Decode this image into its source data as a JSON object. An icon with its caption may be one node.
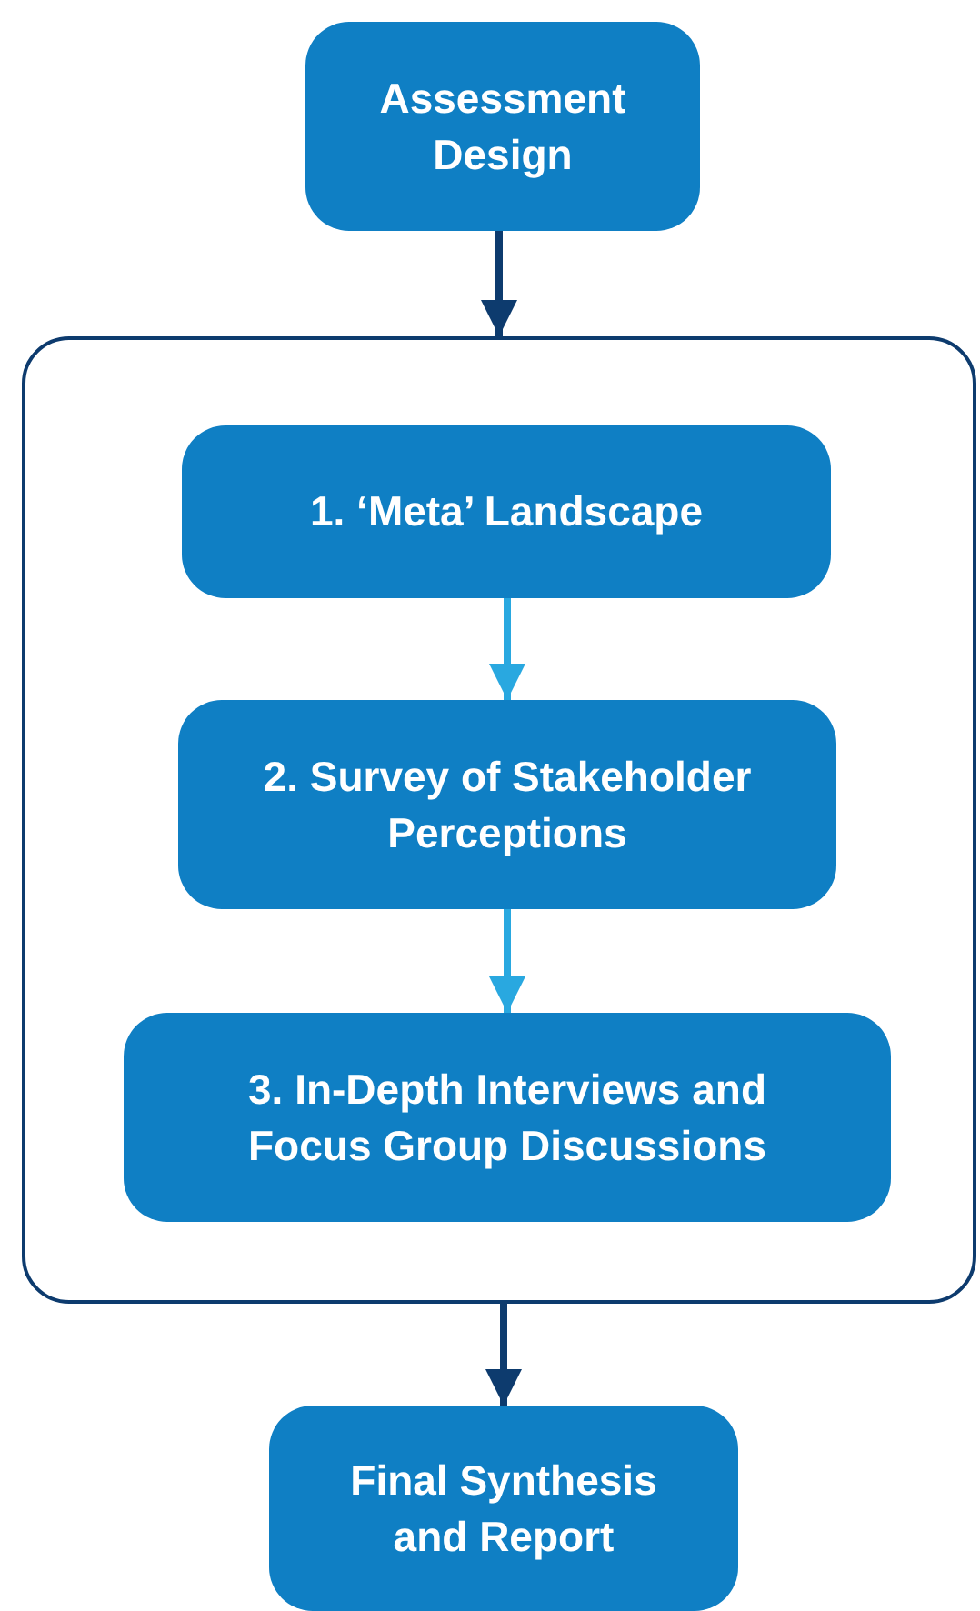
{
  "diagram": {
    "nodes": [
      {
        "text": [
          "Assessment Design"
        ]
      },
      {
        "text": [],
        "shape": "box"
      },
      {
        "text": [
          "1. ‘Meta’ Landscape"
        ],
        "in": 1
      },
      {
        "text": [
          "2. Survey of Stakeholder Perceptions"
        ],
        "in": 1
      },
      {
        "text": [
          "3. In-Depth Interviews and Focus Group Discussions"
        ],
        "in": 1
      },
      {
        "text": [
          "Final Synthesis and Report"
        ]
      }
    ],
    "edges": [
      {
        "from": 0,
        "to": 1,
        "arrow": "to",
        "color": "#0d3b6e"
      },
      {
        "from": 2,
        "to": 3,
        "arrow": "to",
        "color": "#29a8e0"
      },
      {
        "from": 3,
        "to": 4,
        "arrow": "to",
        "color": "#29a8e0"
      },
      {
        "from": 1,
        "to": 5,
        "arrow": "to",
        "color": "#0d3b6e"
      }
    ]
  }
}
